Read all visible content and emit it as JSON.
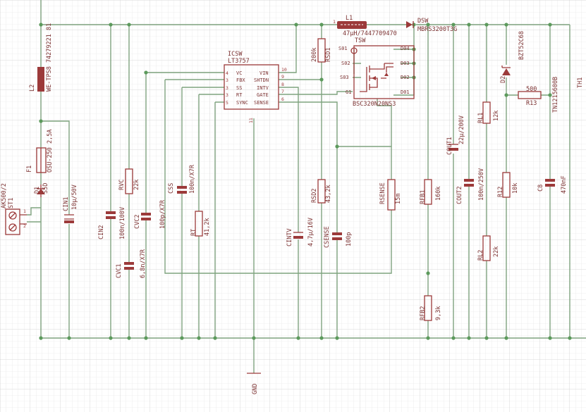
{
  "schematic": {
    "ic": {
      "name": "ICSW",
      "value": "LT3757",
      "pin_number": "11",
      "pins_left": [
        "VC",
        "FBX",
        "SS",
        "RT",
        "SYNC"
      ],
      "pins_right": [
        "VIN",
        "SHTDN",
        "INTV",
        "GATE",
        "SENSE"
      ],
      "pin_numbers_left": [
        "4",
        "3",
        "3",
        "3",
        "5"
      ],
      "pin_numbers_right": [
        "10",
        "9",
        "8",
        "7",
        "6"
      ],
      "ground_pin": "GND"
    },
    "connector": {
      "name": "ST1",
      "value": "AK500/2",
      "pin1": "1",
      "pin2": "2"
    },
    "diode_d1": {
      "name": "D1",
      "value": "S5D"
    },
    "fuse": {
      "name": "F1",
      "value": "OSU-250 2,5A"
    },
    "choke": {
      "name": "L2",
      "value": "WE-TPS8 74279221 81"
    },
    "cap_cin1": {
      "name": "CIN1",
      "value": "10µ/50V"
    },
    "cap_cin2": {
      "name": "CIN2",
      "value": "100n/100V"
    },
    "cap_cvc1": {
      "name": "CVC1",
      "value": "6,8n/X7R"
    },
    "res_rvc": {
      "name": "RVC",
      "value": "22k"
    },
    "cap_cvc2": {
      "name": "CVC2",
      "value": "100p/X7R"
    },
    "cap_css": {
      "name": "CSS",
      "value": "100n/X7R"
    },
    "res_rt": {
      "name": "RT",
      "value": "41,2k"
    },
    "cap_cintv": {
      "name": "CINTV",
      "value": "4,7µ/16V"
    },
    "res_rsd1": {
      "name": "RSD1",
      "value": "200k"
    },
    "res_rsd2": {
      "name": "RSD2",
      "value": "43,2k"
    },
    "cap_csense": {
      "name": "CSENSE",
      "value": "100p"
    },
    "res_rsense": {
      "name": "RSENSE",
      "value": "15m"
    },
    "mosfet": {
      "name": "TSW",
      "value": "BSC320N20NS3",
      "pins": [
        "S01",
        "S02",
        "S03",
        "G1",
        "D04",
        "D03",
        "D02",
        "D01"
      ]
    },
    "inductor": {
      "name": "L1",
      "value": "47µH/7447709470"
    },
    "diode_dsw": {
      "name": "DSW",
      "value": "MBRS3200T3G"
    },
    "res_rfb1": {
      "name": "RFB1",
      "value": "160k"
    },
    "res_rfb2": {
      "name": "RFB2",
      "value": "9,3k"
    },
    "cap_cout1": {
      "name": "COUT1",
      "value": "22µ/200V"
    },
    "cap_cout2": {
      "name": "COUT2",
      "value": "100n/250V"
    },
    "res_rl1": {
      "name": "RL1",
      "value": "12k"
    },
    "res_rl2": {
      "name": "RL2",
      "value": "22k"
    },
    "res_r12": {
      "name": "R12",
      "value": "10k"
    },
    "diode_d2": {
      "name": "D2",
      "value": "BZT52C68"
    },
    "cap_c8": {
      "name": "C8",
      "value": "470nF"
    },
    "res_r13": {
      "name": "R13",
      "value": "500"
    },
    "ntc": {
      "name": "TH1",
      "value": "TN1215600B"
    },
    "ground_label": "GND"
  },
  "colors": {
    "wire": "#7fa37f",
    "junction": "#5c9a5c",
    "part": "#9c3a3a",
    "label": "#7c3232",
    "grid": "#e3e3e3",
    "grid_major": "#d2d2d2"
  }
}
